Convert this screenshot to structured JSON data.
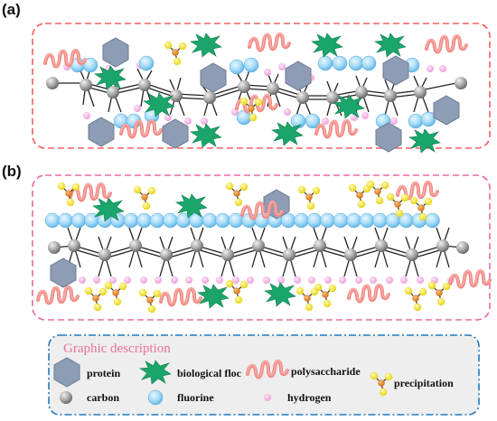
{
  "panels": [
    {
      "label": "(a)"
    },
    {
      "label": "(b)"
    }
  ],
  "legend": {
    "title": "Graphic description",
    "items": [
      {
        "key": "protein",
        "label": "protein"
      },
      {
        "key": "biological_floc",
        "label": "biological floc"
      },
      {
        "key": "polysaccharide",
        "label": "polysaccharide"
      },
      {
        "key": "precipitation",
        "label": "precipitation"
      },
      {
        "key": "carbon",
        "label": "carbon"
      },
      {
        "key": "fluorine",
        "label": "fluorine"
      },
      {
        "key": "hydrogen",
        "label": "hydrogen"
      }
    ]
  },
  "colors": {
    "protein": "#8e9db5",
    "biological_floc": "#1aa66a",
    "polysaccharide": "#f28b86",
    "precipitation_center": "#e08a2c",
    "precipitation_arm": "#f2e21c",
    "carbon": "#9a9a9a",
    "fluorine": "#8fcff2",
    "hydrogen": "#f3b0e0",
    "panel_a_border": "#f06060",
    "panel_b_border": "#e86aa0",
    "legend_border": "#1f7ac0",
    "legend_bg": "#eeeeee"
  }
}
